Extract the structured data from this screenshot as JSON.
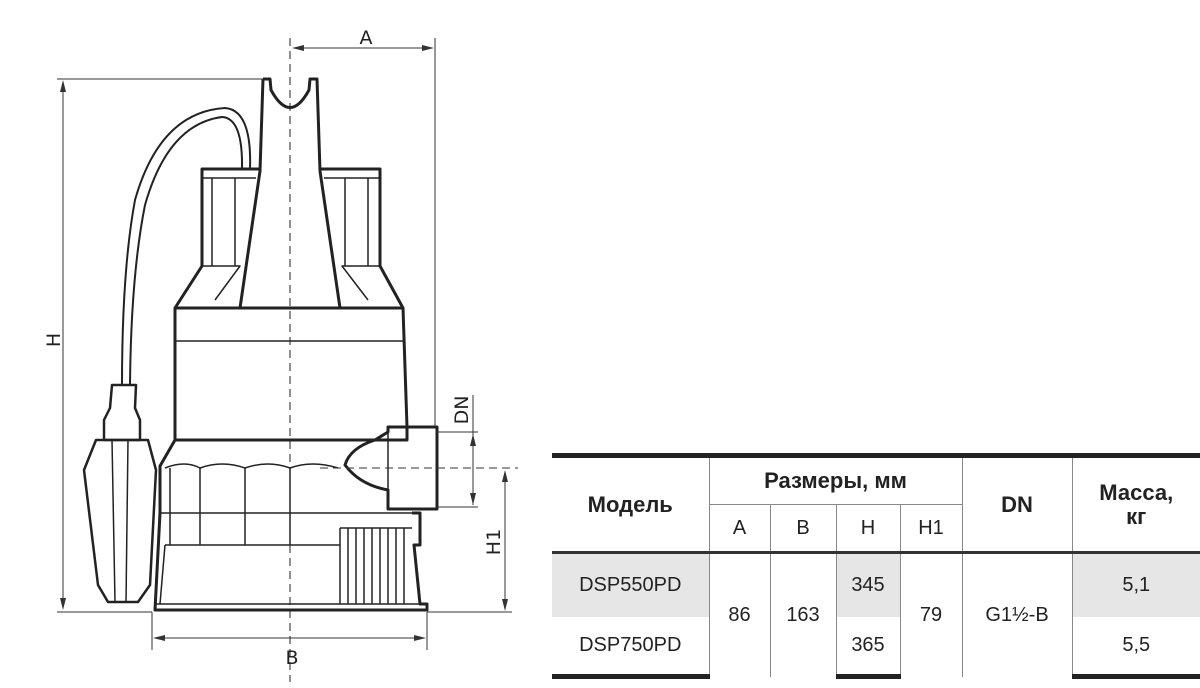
{
  "drawing": {
    "dimension_labels": {
      "A": "A",
      "B": "B",
      "H": "H",
      "H1": "H1",
      "DN": "DN"
    }
  },
  "table": {
    "header": {
      "model": "Модель",
      "dimensions": "Размеры, мм",
      "dn": "DN",
      "mass": "Масса, кг",
      "sub": [
        "A",
        "B",
        "H",
        "H1"
      ]
    },
    "rows": [
      {
        "model": "DSP550PD",
        "H": "345",
        "mass": "5,1"
      },
      {
        "model": "DSP750PD",
        "H": "365",
        "mass": "5,5"
      }
    ],
    "shared": {
      "A": "86",
      "B": "163",
      "H1": "79",
      "DN": "G1½-B"
    }
  }
}
